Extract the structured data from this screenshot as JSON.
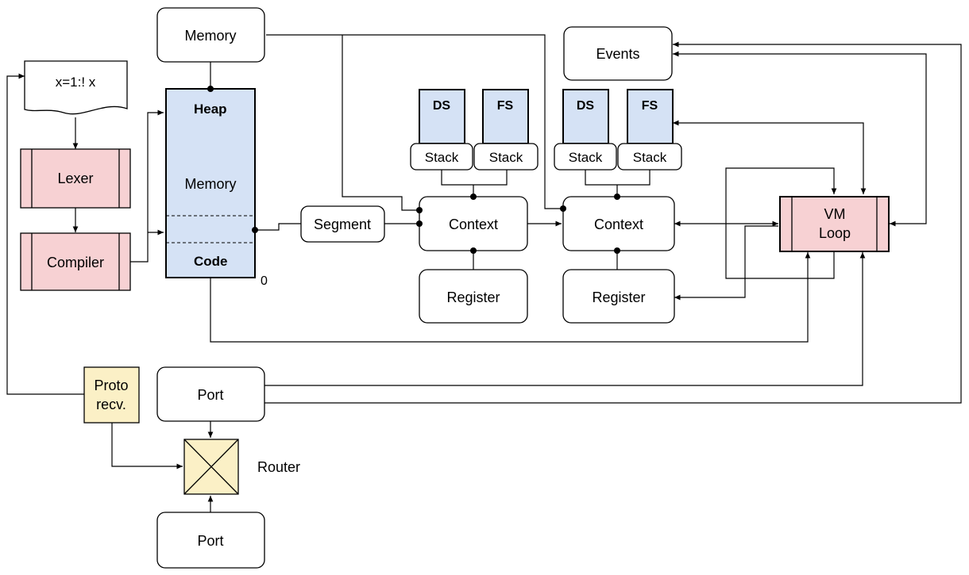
{
  "colors": {
    "memory_fill": "#d5e2f5",
    "memory_stroke": "#000000",
    "pink_fill": "#f7d1d3",
    "pink_stroke": "#000000",
    "proto_fill": "#fbf0c6",
    "line": "#000000"
  },
  "nodes": {
    "memory_top": "Memory",
    "source": "x=1:! x",
    "lexer": "Lexer",
    "compiler": "Compiler",
    "heap": "Heap",
    "memory_block": "Memory",
    "code": "Code",
    "zero": "0",
    "segment": "Segment",
    "events": "Events",
    "ds1": "DS",
    "fs1": "FS",
    "stack1a": "Stack",
    "stack1b": "Stack",
    "ds2": "DS",
    "fs2": "FS",
    "stack2a": "Stack",
    "stack2b": "Stack",
    "context1": "Context",
    "context2": "Context",
    "register1": "Register",
    "register2": "Register",
    "vm_loop_line1": "VM",
    "vm_loop_line2": "Loop",
    "proto_line1": "Proto",
    "proto_line2": "recv.",
    "port_top": "Port",
    "port_bottom": "Port",
    "router": "Router"
  }
}
